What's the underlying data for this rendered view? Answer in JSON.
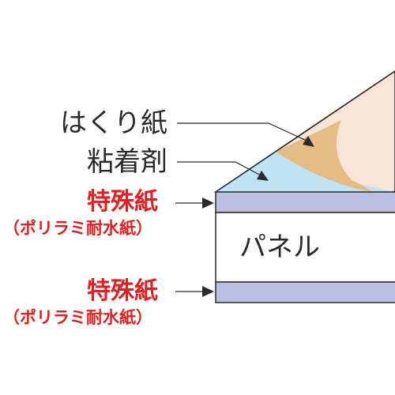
{
  "labels": {
    "release_paper": "はくり紙",
    "adhesive": "粘着剤",
    "special_paper_top": "特殊紙",
    "special_paper_top_sub": "（ポリラミ耐水紙）",
    "special_paper_bottom": "特殊紙",
    "special_paper_bottom_sub": "（ポリラミ耐水紙）",
    "panel": "パネル"
  },
  "colors": {
    "release_paper_fill": "#f8e4d8",
    "adhesive_fill": "#bfe3f3",
    "curl_fill": "#e4bd85",
    "special_paper_fill": "#bcc0e0",
    "panel_fill": "#ffffff",
    "outline": "#2a2a2a",
    "label_black": "#2a2a2a",
    "label_red": "#e02020"
  }
}
